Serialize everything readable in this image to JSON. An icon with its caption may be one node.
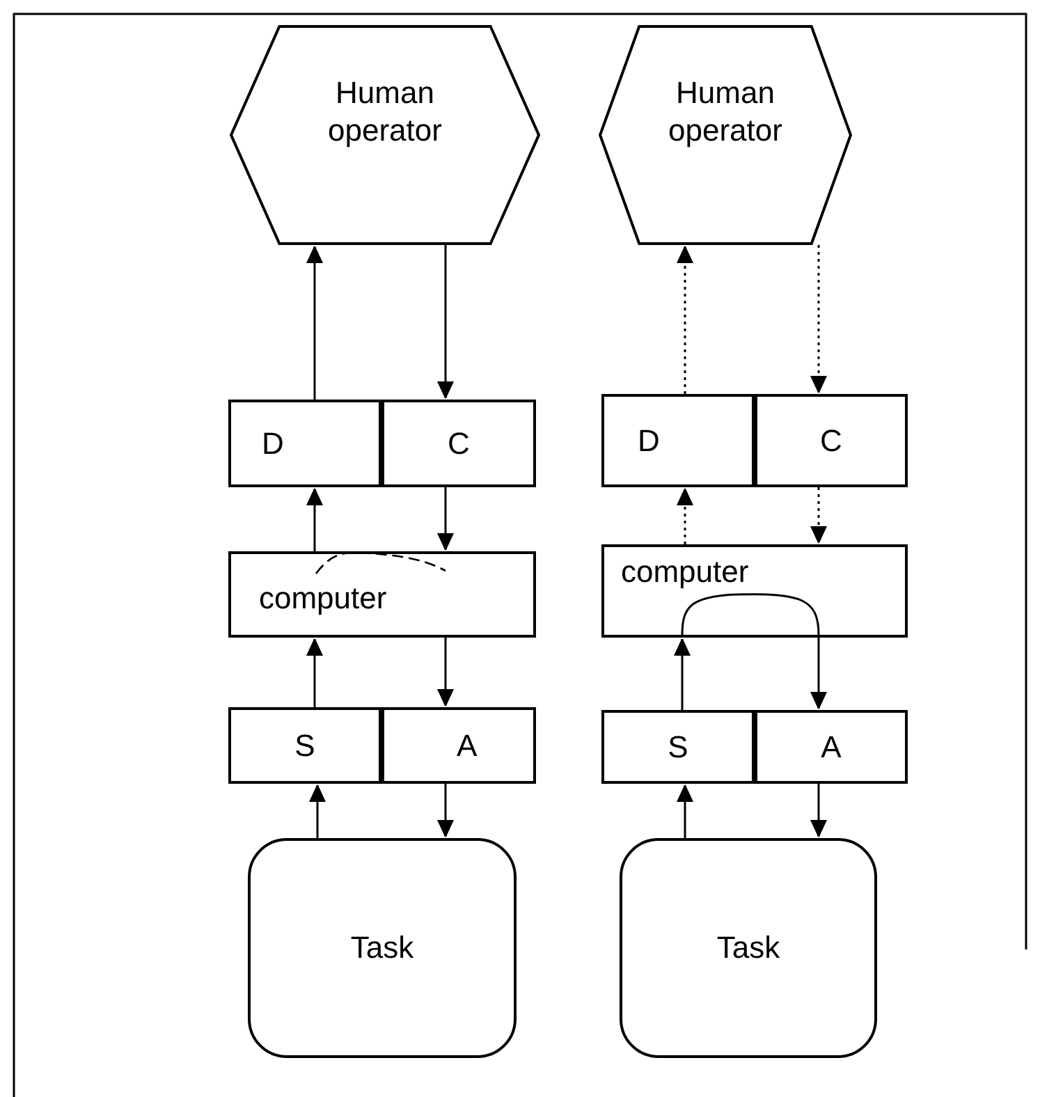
{
  "diagram": {
    "nodes": [
      {
        "text": [
          "Human operator"
        ]
      },
      {
        "text": [
          "D"
        ]
      },
      {
        "text": [
          "C"
        ]
      },
      {
        "text": [
          "computer"
        ]
      },
      {
        "text": [
          "S"
        ]
      },
      {
        "text": [
          "A"
        ]
      },
      {
        "text": [
          "Task"
        ]
      },
      {
        "text": [
          "Human operator"
        ]
      },
      {
        "text": [
          "D"
        ]
      },
      {
        "text": [
          "C"
        ]
      },
      {
        "text": [
          "computer"
        ]
      },
      {
        "text": [
          "S"
        ]
      },
      {
        "text": [
          "A"
        ]
      },
      {
        "text": [
          "Task"
        ]
      }
    ],
    "edges": [
      {
        "from": 1,
        "to": 0,
        "arrow": "to"
      },
      {
        "from": 0,
        "to": 2,
        "arrow": "to"
      },
      {
        "from": 3,
        "to": 1,
        "arrow": "to"
      },
      {
        "from": 2,
        "to": 3,
        "arrow": "to"
      },
      {
        "from": 4,
        "to": 3,
        "arrow": "to"
      },
      {
        "from": 3,
        "to": 5,
        "arrow": "to"
      },
      {
        "from": 6,
        "to": 4,
        "arrow": "to"
      },
      {
        "from": 5,
        "to": 6,
        "arrow": "to"
      },
      {
        "from": 8,
        "to": 7,
        "arrow": "to",
        "style": "dashed"
      },
      {
        "from": 7,
        "to": 9,
        "arrow": "to",
        "style": "dashed"
      },
      {
        "from": 10,
        "to": 8,
        "arrow": "to",
        "style": "dashed"
      },
      {
        "from": 9,
        "to": 10,
        "arrow": "to",
        "style": "dashed"
      },
      {
        "from": 11,
        "to": 10,
        "arrow": "to"
      },
      {
        "from": 13,
        "to": 11,
        "arrow": "to"
      },
      {
        "from": 12,
        "to": 13,
        "arrow": "to"
      },
      {
        "from": 10,
        "to": 12,
        "arrow": "to"
      }
    ]
  }
}
